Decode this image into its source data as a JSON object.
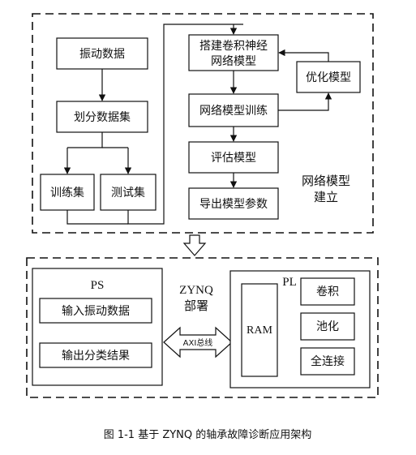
{
  "training": {
    "vibration_data": "振动数据",
    "split_dataset": "划分数据集",
    "train_set": "训练集",
    "test_set": "测试集",
    "build_cnn_line1": "搭建卷积神经",
    "build_cnn_line2": "网络模型",
    "train_model": "网络模型训练",
    "evaluate_model": "评估模型",
    "export_params": "导出模型参数",
    "optimize_model": "优化模型",
    "section_label_line1": "网络模型",
    "section_label_line2": "建立"
  },
  "deploy": {
    "zynq_line1": "ZYNQ",
    "zynq_line2": "部署",
    "ps_title": "PS",
    "ps_input": "输入振动数据",
    "ps_output": "输出分类结果",
    "axi_bus": "AXI总线",
    "pl_title": "PL",
    "ram": "RAM",
    "conv": "卷积",
    "pool": "池化",
    "fc": "全连接"
  },
  "caption": "图 1-1 基于 ZYNQ 的轴承故障诊断应用架构"
}
